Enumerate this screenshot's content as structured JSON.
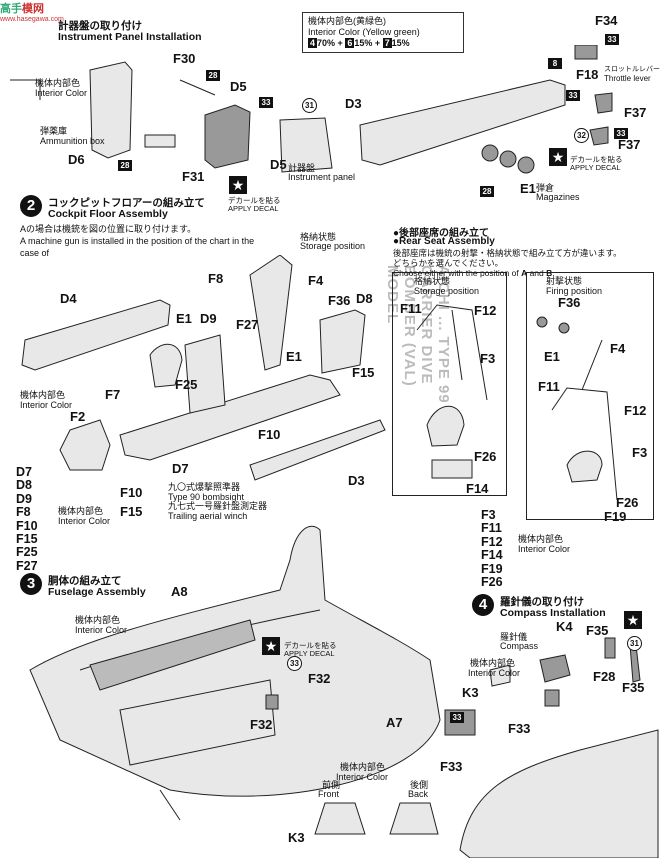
{
  "watermark": {
    "brand": "高",
    "brand2": "手",
    "site": "模网",
    "url": "www.hasegawa.com"
  },
  "side_text": "AICHI ... TYPE 99 CARRIER DIVE BOMBER (VAL) MODEL",
  "step1": {
    "title_jp": "計器盤の取り付け",
    "title_en": "Instrument Panel Installation",
    "interior_jp": "機体内部色",
    "interior_en": "Interior Color",
    "ammo_jp": "弾薬庫",
    "ammo_en": "Ammunition box",
    "panel_jp": "計器盤",
    "panel_en": "Instrument panel",
    "decal_jp": "デカールを貼る",
    "decal_en": "APPLY DECAL",
    "parts": [
      "F30",
      "D5",
      "D6",
      "F31",
      "D5"
    ],
    "badges": [
      "28",
      "33",
      "28"
    ],
    "circle": "31"
  },
  "color_box": {
    "jp": "機体内部色(黄緑色)",
    "en": "Interior Color (Yellow green)",
    "mix": [
      "4",
      "70% +",
      "6",
      "15% +",
      "7",
      "15%"
    ]
  },
  "step1b": {
    "parts": [
      "F34",
      "F18",
      "D3",
      "F37",
      "F37",
      "E1"
    ],
    "throttle_jp": "スロットルレバー",
    "throttle_en": "Throttle lever",
    "mag_jp": "弾倉",
    "mag_en": "Magazines",
    "decal_jp": "デカールを貼る",
    "decal_en": "APPLY DECAL",
    "badges": [
      "33",
      "8",
      "33",
      "28",
      "33"
    ],
    "circle": "32"
  },
  "step2": {
    "num": "2",
    "title_jp": "コックピットフロアーの組み立て",
    "title_en": "Cockpit Floor Assembly",
    "note_jp": "Aの場合は機銃を図の位置に取り付けます。",
    "note_en1": "A machine gun is installed in the position of the chart in the",
    "note_en2": "case of",
    "storage_jp": "格納状態",
    "storage_en": "Storage position",
    "interior_jp": "機体内部色",
    "interior_en": "Interior Color",
    "interior_jp2": "機体内部色",
    "interior_en2": "Interior Color",
    "parts": [
      "F8",
      "E1",
      "D9",
      "F27",
      "F4",
      "F36",
      "D8",
      "D4",
      "F25",
      "F7",
      "F2",
      "D7",
      "F15",
      "E1",
      "F10",
      "D3"
    ],
    "bombsight_jp": "九〇式爆撃照準器",
    "bombsight_en": "Type 90 bombsight",
    "winch_jp": "九七式一号羅針盤測定器",
    "winch_en": "Trailing aerial winch",
    "list": [
      "D7",
      "D8",
      "D9",
      "F8",
      "F10",
      "F15",
      "F25",
      "F27"
    ],
    "f10": "F10",
    "f15": "F15"
  },
  "rear_seat": {
    "title_jp": "●後部座席の組み立て",
    "title_en": "●Rear Seat Assembly",
    "note_jp1": "後部座席は機銃の射撃・格納状態で組み立て方が違います。",
    "note_jp2": "どちらかを選んでください。",
    "note_en": "Choose either with the position of",
    "and": "and",
    "a_jp": "格納状態",
    "a_en": "Storage position",
    "b_jp": "射撃状態",
    "b_en": "Firing position",
    "a_parts": [
      "F11",
      "F12",
      "F3",
      "F26",
      "F14"
    ],
    "b_parts": [
      "F36",
      "F4",
      "E1",
      "F11",
      "F12",
      "F3",
      "F26",
      "F19"
    ],
    "list": [
      "F3",
      "F11",
      "F12",
      "F14",
      "F19",
      "F26"
    ],
    "interior_jp": "機体内部色",
    "interior_en": "Interior Color"
  },
  "step3": {
    "num": "3",
    "title_jp": "胴体の組み立て",
    "title_en": "Fuselage Assembly",
    "interior_jp": "機体内部色",
    "interior_en": "Interior Color",
    "parts": [
      "A8",
      "F32",
      "F32",
      "A7",
      "K3"
    ],
    "decal_jp": "デカールを貼る",
    "decal_en": "APPLY DECAL",
    "circle": "33",
    "front_jp": "前側",
    "front_en": "Front",
    "back_jp": "後側",
    "back_en": "Back",
    "interior_jp2": "機体内部色",
    "interior_en2": "Interior Color"
  },
  "step4": {
    "num": "4",
    "title_jp": "羅針儀の取り付け",
    "title_en": "Compass Installation",
    "compass_jp": "羅針儀",
    "compass_en": "Compass",
    "interior_jp": "機体内部色",
    "interior_en": "Interior Color",
    "parts": [
      "K4",
      "F35",
      "F28",
      "K3",
      "F33",
      "F33",
      "F35"
    ],
    "circle": "31",
    "badge": "33"
  },
  "colors": {
    "ink": "#111111",
    "paper": "#ffffff",
    "shade": "#e8e8e8"
  }
}
